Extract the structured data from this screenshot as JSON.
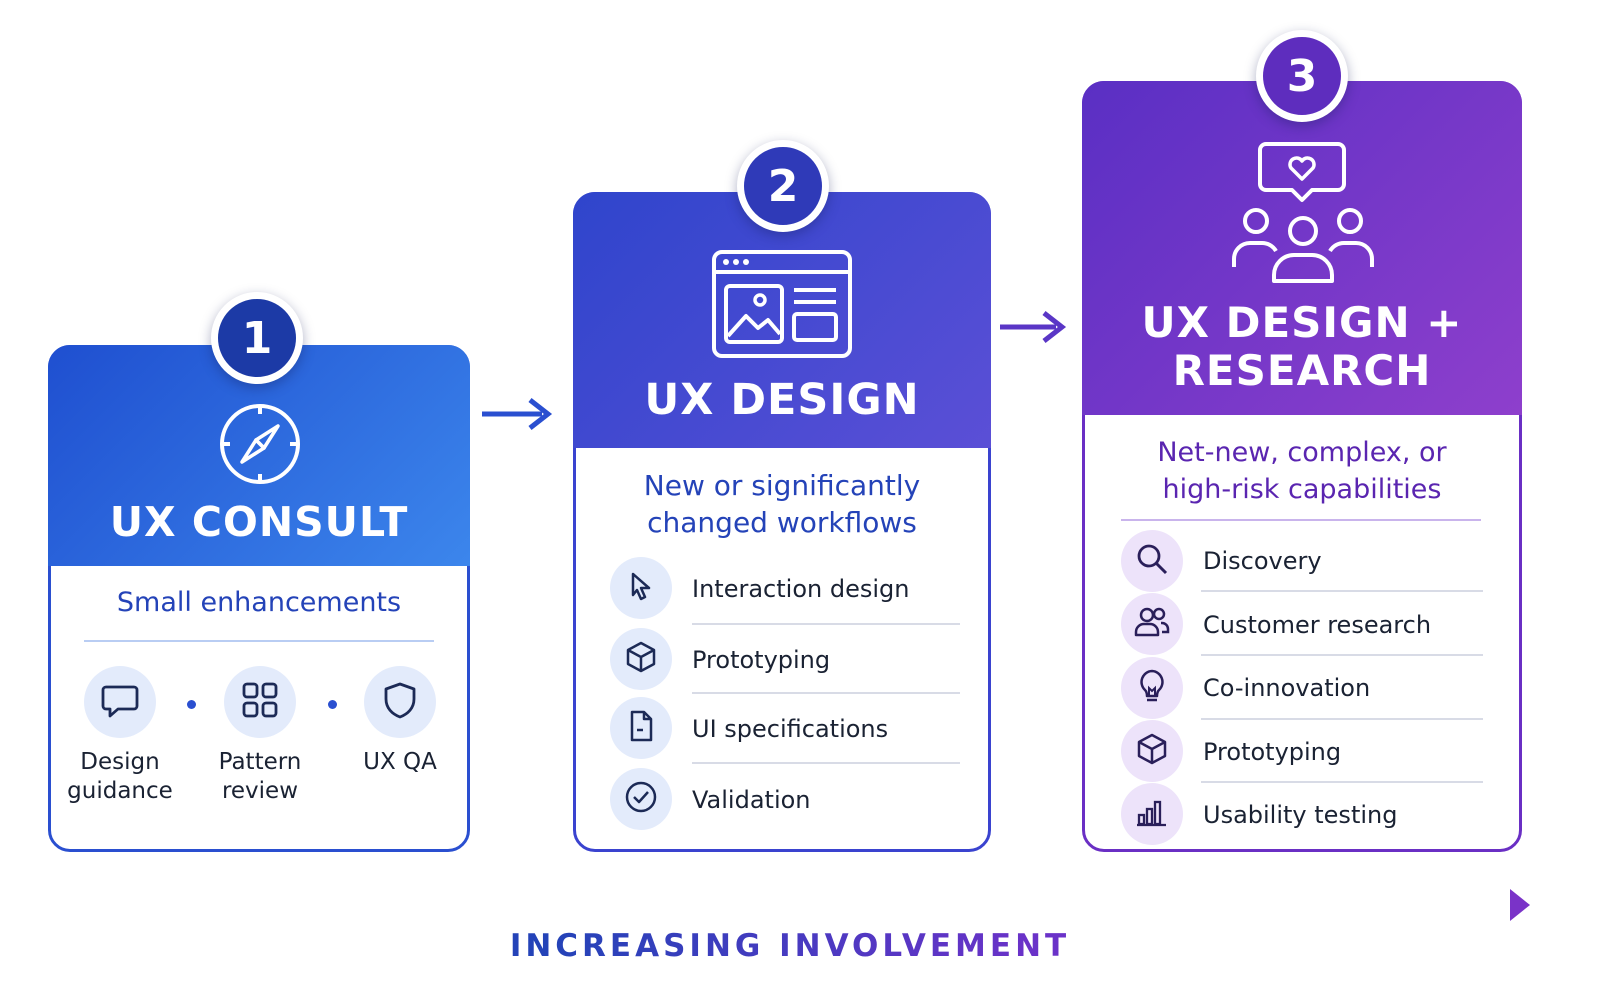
{
  "colors": {
    "blue": "#2a4fd0",
    "indigo": "#3a3fc8",
    "purple": "#6f2fc4",
    "light_blue_circle": "#e3ebfb",
    "light_purple_circle": "#ede3fa"
  },
  "steps": [
    {
      "number": "1",
      "title": "UX CONSULT",
      "icon": "compass-icon",
      "subtitle": "Small enhancements",
      "items": [
        {
          "label_line1": "Design",
          "label_line2": "guidance",
          "icon": "chat-bubble-icon"
        },
        {
          "label_line1": "Pattern",
          "label_line2": "review",
          "icon": "grid-icon"
        },
        {
          "label_line1": "UX QA",
          "label_line2": "",
          "icon": "shield-icon"
        }
      ]
    },
    {
      "number": "2",
      "title": "UX DESIGN",
      "icon": "browser-window-icon",
      "subtitle_line1": "New or significantly",
      "subtitle_line2": "changed workflows",
      "items": [
        {
          "label": "Interaction design",
          "icon": "cursor-icon"
        },
        {
          "label": "Prototyping",
          "icon": "cube-icon"
        },
        {
          "label": "UI specifications",
          "icon": "document-icon"
        },
        {
          "label": "Validation",
          "icon": "check-circle-icon"
        }
      ]
    },
    {
      "number": "3",
      "title_line1": "UX DESIGN +",
      "title_line2": "RESEARCH",
      "icon": "users-heart-icon",
      "subtitle_line1": "Net-new, complex, or",
      "subtitle_line2": "high-risk capabilities",
      "items": [
        {
          "label": "Discovery",
          "icon": "search-icon"
        },
        {
          "label": "Customer research",
          "icon": "users-icon"
        },
        {
          "label": "Co-innovation",
          "icon": "lightbulb-icon"
        },
        {
          "label": "Prototyping",
          "icon": "cube-icon"
        },
        {
          "label": "Usability testing",
          "icon": "bar-chart-icon"
        }
      ]
    }
  ],
  "axis_label": "INCREASING INVOLVEMENT"
}
